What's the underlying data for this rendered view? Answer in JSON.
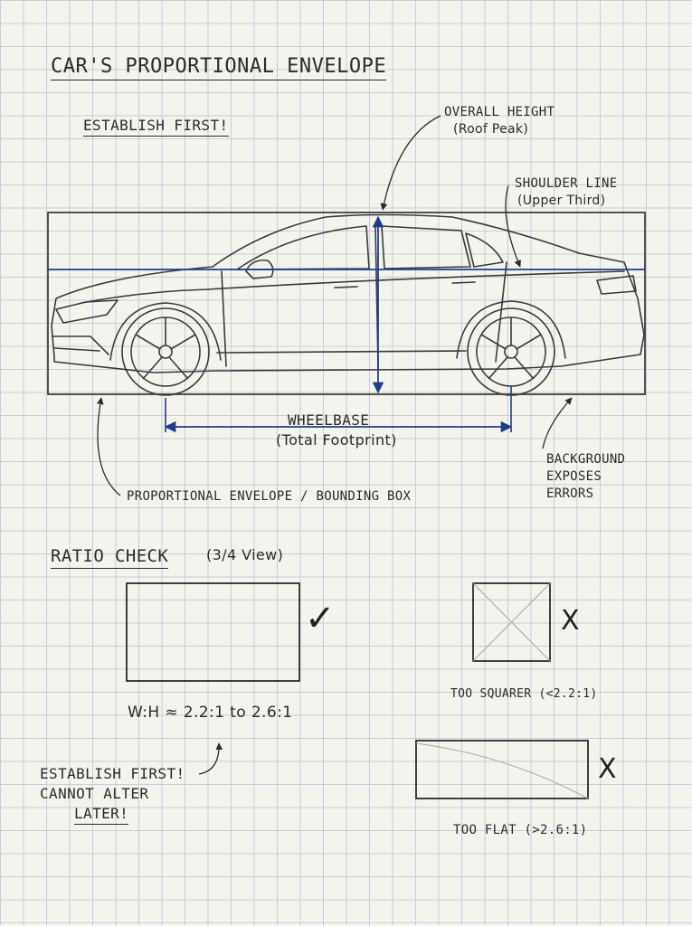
{
  "title": "CAR'S PROPORTIONAL ENVELOPE",
  "establish_first": "ESTABLISH FIRST!",
  "annotations": {
    "overall_height": "OVERALL HEIGHT",
    "overall_height_sub": "(Roof Peak)",
    "shoulder_line": "SHOULDER LINE",
    "shoulder_line_sub": "(Upper Third)",
    "wheelbase": "WHEELBASE",
    "wheelbase_sub": "(Total Footprint)",
    "background_lines": [
      "BACKGROUND",
      "EXPOSES",
      "ERRORS"
    ],
    "bounding_box": "PROPORTIONAL ENVELOPE / BOUNDING BOX"
  },
  "ratio_check": {
    "heading": "RATIO CHECK",
    "heading_sub": "(3/4 View)",
    "ratio_label": "W:H ≈ 2.2:1 to 2.6:1",
    "too_square": "TOO SQUARER (<2.2:1)",
    "too_flat": "TOO FLAT (>2.6:1)",
    "check_mark": "✓",
    "x_mark": "X",
    "note_lines": [
      "ESTABLISH FIRST!",
      "CANNOT ALTER",
      "LATER!"
    ]
  },
  "colors": {
    "ink": "#2b2b2b",
    "blue": "#1f3d8c",
    "grid": "#c9ccd6",
    "paper": "#f4f3ee"
  }
}
